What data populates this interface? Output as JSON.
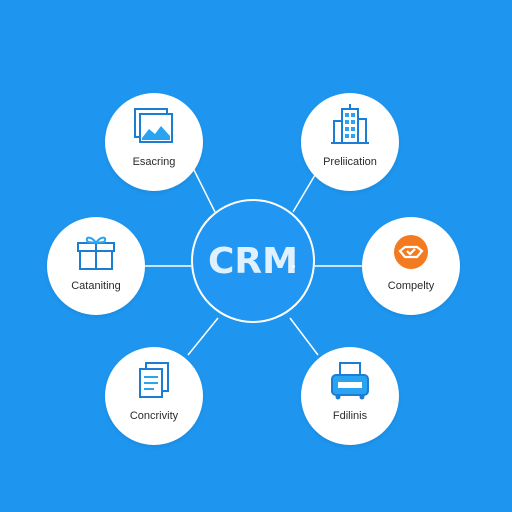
{
  "hub": {
    "label": "CRM"
  },
  "nodes": {
    "top_left": {
      "label": "Esacring",
      "icon": "image-icon"
    },
    "top_right": {
      "label": "Preliication",
      "icon": "building-icon"
    },
    "middle_left": {
      "label": "Cataniting",
      "icon": "gift-icon"
    },
    "middle_right": {
      "label": "Compelty",
      "icon": "orange-brand-icon"
    },
    "bottom_left": {
      "label": "Concrivity",
      "icon": "documents-icon"
    },
    "bottom_right": {
      "label": "Fdilinis",
      "icon": "printer-icon"
    }
  },
  "colors": {
    "background": "#1e96f0",
    "line": "#ffffff",
    "icon_stroke": "#1a7fd4",
    "accent_orange": "#f47a20"
  }
}
